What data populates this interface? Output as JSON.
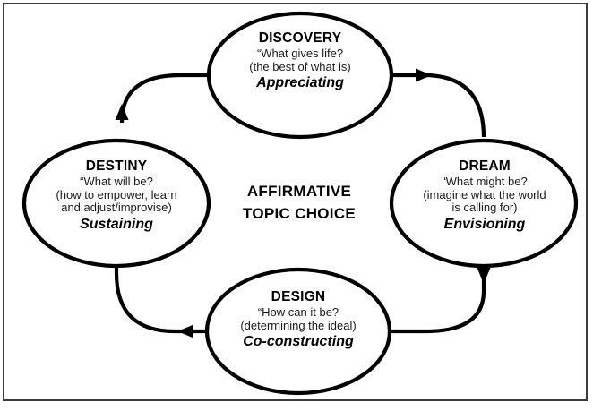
{
  "diagram": {
    "title_center": [
      "AFFIRMATIVE",
      "TOPIC CHOICE"
    ],
    "colors": {
      "stroke": "#000000",
      "frame": "#3c3c3c",
      "background": "#ffffff",
      "text": "#161616"
    },
    "nodes": [
      {
        "id": "discovery",
        "title": "DISCOVERY",
        "lines": [
          "“What gives life?",
          "(the best of what is)"
        ],
        "action": "Appreciating"
      },
      {
        "id": "dream",
        "title": "DREAM",
        "lines": [
          "“What might be?",
          "(imagine what the world",
          "is calling for)"
        ],
        "action": "Envisioning"
      },
      {
        "id": "design",
        "title": "DESIGN",
        "lines": [
          "“How can it be?",
          "(determining the ideal)"
        ],
        "action": "Co-constructing"
      },
      {
        "id": "destiny",
        "title": "DESTINY",
        "lines": [
          "“What will be?",
          "(how to empower, learn",
          "and adjust/improvise)"
        ],
        "action": "Sustaining"
      }
    ],
    "flow": [
      {
        "id": "discovery-to-dream",
        "from": "discovery",
        "to": "dream",
        "direction": "right-then-down"
      },
      {
        "id": "dream-to-design",
        "from": "dream",
        "to": "design",
        "direction": "down-then-left"
      },
      {
        "id": "design-to-destiny",
        "from": "design",
        "to": "destiny",
        "direction": "left-then-up"
      },
      {
        "id": "destiny-to-discovery",
        "from": "destiny",
        "to": "discovery",
        "direction": "up-then-right"
      }
    ]
  }
}
